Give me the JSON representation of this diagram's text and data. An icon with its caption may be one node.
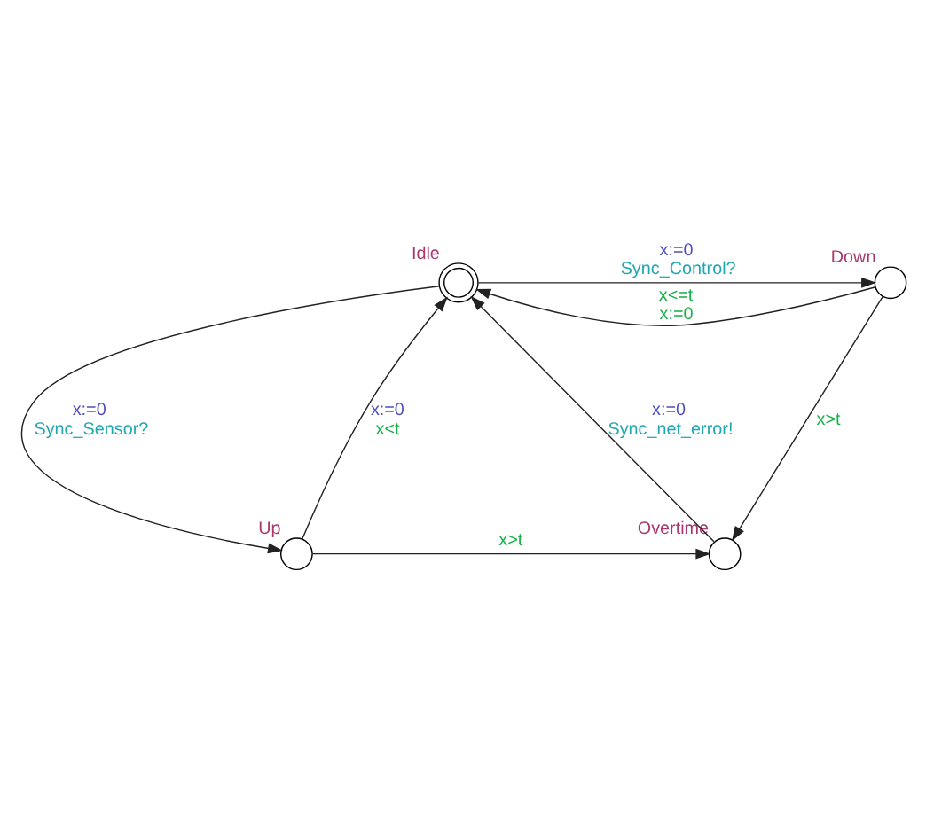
{
  "diagram": {
    "nodes": [
      {
        "text": [
          "Idle"
        ]
      },
      {
        "text": [
          "Down"
        ]
      },
      {
        "text": [
          "Up"
        ]
      },
      {
        "text": [
          "Overtime"
        ]
      }
    ],
    "edges": [
      {
        "from": 0,
        "to": 1,
        "arrow": "to",
        "label": "x:=0 Sync_Control?"
      },
      {
        "from": 1,
        "to": 0,
        "arrow": "to",
        "label": "x<=t x:=0"
      },
      {
        "from": 1,
        "to": 3,
        "arrow": "to",
        "label": "x>t"
      },
      {
        "from": 3,
        "to": 0,
        "arrow": "to",
        "label": "x:=0 Sync_net_error!"
      },
      {
        "from": 0,
        "to": 2,
        "arrow": "to",
        "label": "x:=0 Sync_Sensor?"
      },
      {
        "from": 2,
        "to": 0,
        "arrow": "to",
        "label": "x:=0 x<t"
      },
      {
        "from": 2,
        "to": 3,
        "arrow": "to",
        "label": "x>t"
      }
    ]
  }
}
